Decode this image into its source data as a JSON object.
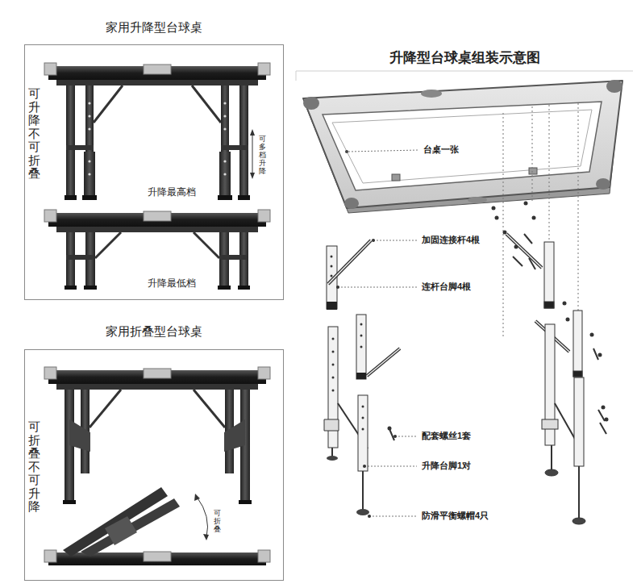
{
  "diagram": {
    "title": "升降型台球桌组装示意图",
    "nodes": [
      {
        "text": [
          "家用升降型台球桌",
          "可升降不可折叠",
          "可多档升降",
          "升降最高档",
          "升降最低档"
        ]
      },
      {
        "text": [
          "家用折叠型台球桌",
          "可折叠不可升降",
          "可折叠"
        ]
      }
    ],
    "labels": [
      "台桌一张",
      "加固连接杆4根",
      "连杆台脚4根",
      "配套螺丝1套",
      "升降台脚1对",
      "防滑平衡螺帽4只"
    ]
  }
}
